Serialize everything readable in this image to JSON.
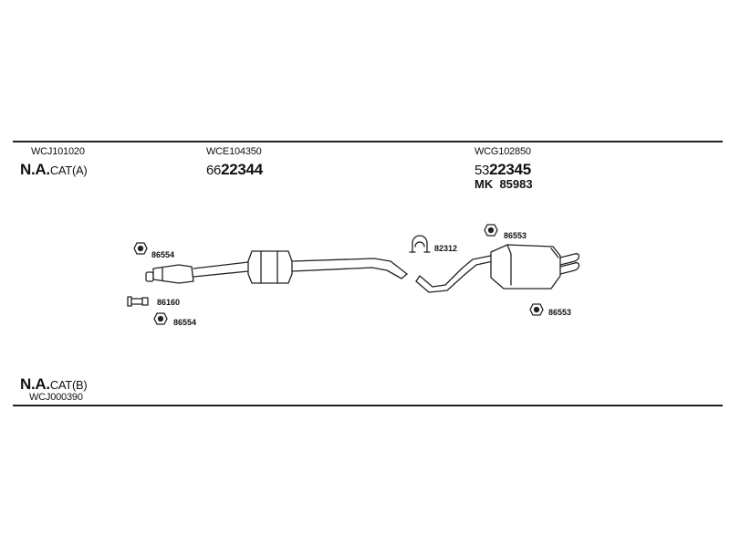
{
  "header_left": {
    "code": "WCJ101020",
    "variant_main": "N.A.",
    "variant_sub": "CAT(A)"
  },
  "header_mid": {
    "code": "WCE104350",
    "part_prefix": "66",
    "part_main": "22344"
  },
  "header_right": {
    "code": "WCG102850",
    "part_prefix": "53",
    "part_main": "22345",
    "kit_prefix": "MK",
    "kit_number": "85983"
  },
  "footer_left": {
    "variant_main": "N.A.",
    "variant_sub": "CAT(B)",
    "code": "WCJ000390"
  },
  "labels": {
    "hanger_top_left": "86554",
    "clamp_left": "86160",
    "hanger_bottom_left": "86554",
    "clamp_mid": "82312",
    "hanger_top_right": "86553",
    "hanger_bottom_right": "86553"
  }
}
